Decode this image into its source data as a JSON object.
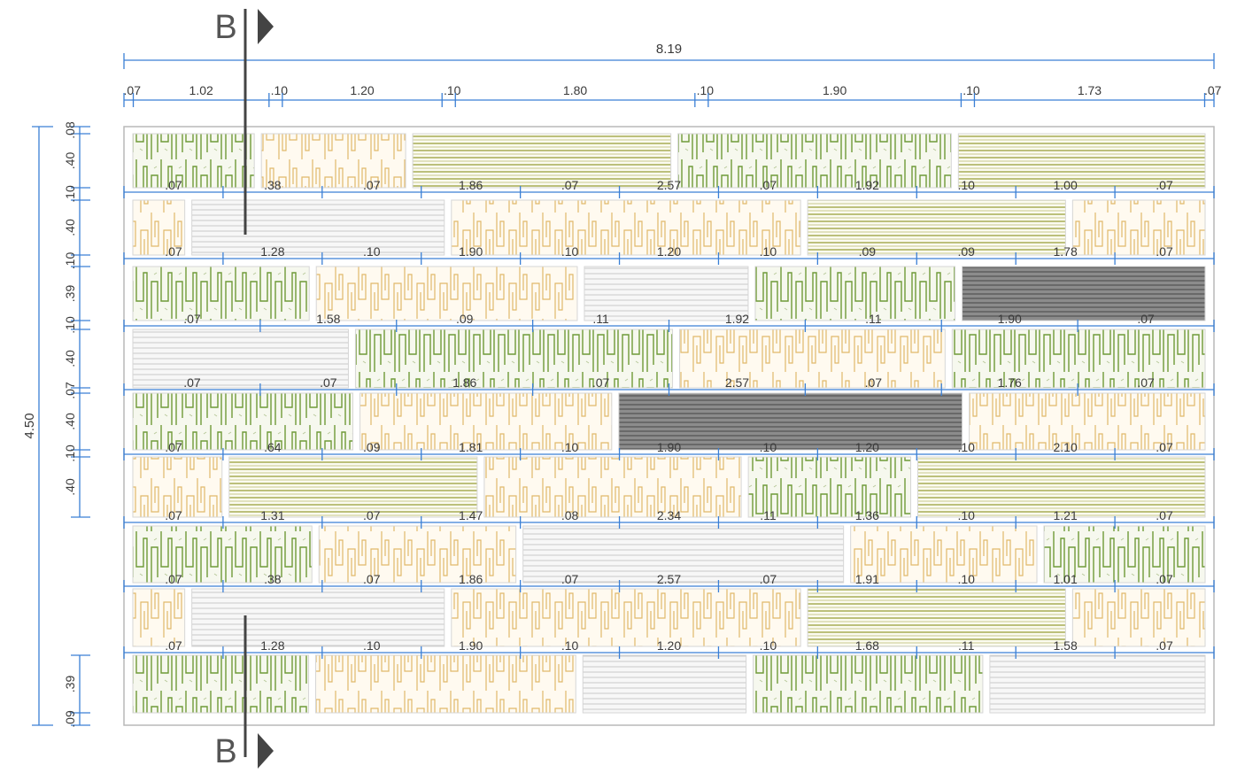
{
  "section": {
    "marker_letter": "B"
  },
  "top_dims": {
    "overall": "8.19",
    "segments": [
      ".07",
      "1.02",
      ".10",
      "1.20",
      ".10",
      "1.80",
      ".10",
      "1.90",
      ".10",
      "1.73",
      ".07"
    ]
  },
  "left_dims": {
    "overall": "4.50",
    "segments": [
      ".08",
      ".40",
      ".10",
      ".40",
      ".10",
      ".39",
      ".10",
      ".40",
      ".07",
      ".40",
      ".10",
      ".40",
      ".39",
      ".09"
    ]
  },
  "rows": [
    {
      "dims": [],
      "cells": [
        {
          "p": "g",
          "w": 1.28
        },
        {
          "p": "y",
          "w": 1.52
        },
        {
          "p": "o",
          "w": 2.72
        },
        {
          "p": "g",
          "w": 2.88
        },
        {
          "p": "o",
          "w": 2.6
        }
      ]
    },
    {
      "dims": [
        ".07",
        ".38",
        ".07",
        "1.86",
        ".07",
        "2.57",
        ".07",
        "1.92",
        ".10",
        "1.00",
        ".07"
      ],
      "cells": [
        {
          "p": "y",
          "w": 0.58
        },
        {
          "p": "l",
          "w": 2.82
        },
        {
          "p": "y",
          "w": 3.9
        },
        {
          "p": "o",
          "w": 2.88
        },
        {
          "p": "y",
          "w": 1.48
        }
      ]
    },
    {
      "dims": [
        ".07",
        "1.28",
        ".10",
        "1.90",
        ".10",
        "1.20",
        ".10",
        ".09",
        ".09",
        "1.78",
        ".07"
      ],
      "cells": [
        {
          "p": "g",
          "w": 1.96
        },
        {
          "p": "y",
          "w": 2.9
        },
        {
          "p": "l",
          "w": 1.82
        },
        {
          "p": "g",
          "w": 2.22
        },
        {
          "p": "d",
          "w": 2.7
        }
      ]
    },
    {
      "dims": [
        ".07",
        "1.58",
        ".09",
        ".11",
        "1.92",
        ".11",
        "1.90",
        ".07"
      ],
      "cells": [
        {
          "p": "l",
          "w": 2.42
        },
        {
          "p": "g",
          "w": 3.56
        },
        {
          "p": "y",
          "w": 2.98
        },
        {
          "p": "g",
          "w": 2.84
        }
      ]
    },
    {
      "dims": [
        ".07",
        ".07",
        "1.86",
        ".07",
        "2.57",
        ".07",
        "1.76",
        ".07"
      ],
      "cells": [
        {
          "p": "g",
          "w": 2.5
        },
        {
          "p": "y",
          "w": 2.86
        },
        {
          "p": "d",
          "w": 3.9
        },
        {
          "p": "y",
          "w": 2.68
        }
      ]
    },
    {
      "dims": [
        ".07",
        ".64",
        ".09",
        "1.81",
        ".10",
        "1.90",
        ".10",
        "1.20",
        ".10",
        "2.10",
        ".07"
      ],
      "cells": [
        {
          "p": "y",
          "w": 1.0
        },
        {
          "p": "o",
          "w": 2.78
        },
        {
          "p": "y",
          "w": 2.88
        },
        {
          "p": "g",
          "w": 1.82
        },
        {
          "p": "o",
          "w": 3.22
        }
      ]
    },
    {
      "dims": [
        ".07",
        "1.31",
        ".07",
        "1.47",
        ".08",
        "2.34",
        ".11",
        "1.36",
        ".10",
        "1.21",
        ".07"
      ],
      "cells": [
        {
          "p": "g",
          "w": 2.0
        },
        {
          "p": "y",
          "w": 2.2
        },
        {
          "p": "l",
          "w": 3.58
        },
        {
          "p": "y",
          "w": 2.08
        },
        {
          "p": "g",
          "w": 1.8
        }
      ]
    },
    {
      "dims": [
        ".07",
        ".38",
        ".07",
        "1.86",
        ".07",
        "2.57",
        ".07",
        "1.91",
        ".10",
        "1.01",
        ".07"
      ],
      "cells": [
        {
          "p": "y",
          "w": 0.58
        },
        {
          "p": "l",
          "w": 2.82
        },
        {
          "p": "y",
          "w": 3.9
        },
        {
          "p": "o",
          "w": 2.88
        },
        {
          "p": "y",
          "w": 1.48
        }
      ]
    },
    {
      "dims": [
        ".07",
        "1.28",
        ".10",
        "1.90",
        ".10",
        "1.20",
        ".10",
        "1.68",
        ".11",
        "1.58",
        ".07"
      ],
      "cells": [
        {
          "p": "g",
          "w": 1.96
        },
        {
          "p": "y",
          "w": 2.9
        },
        {
          "p": "l",
          "w": 1.82
        },
        {
          "p": "g",
          "w": 2.56
        },
        {
          "p": "l",
          "w": 2.4
        }
      ]
    }
  ],
  "colors": {
    "dim_line": "#3a7fd5",
    "dim_text": "#3a3a3a",
    "border": "#b9b9b9",
    "olive": "#9aa03c",
    "green": "#6f9a38",
    "ochre": "#e0b96a",
    "light_gray": "#c8c8c8",
    "dark_gray": "#6c6c6c",
    "section_line": "#444444"
  }
}
